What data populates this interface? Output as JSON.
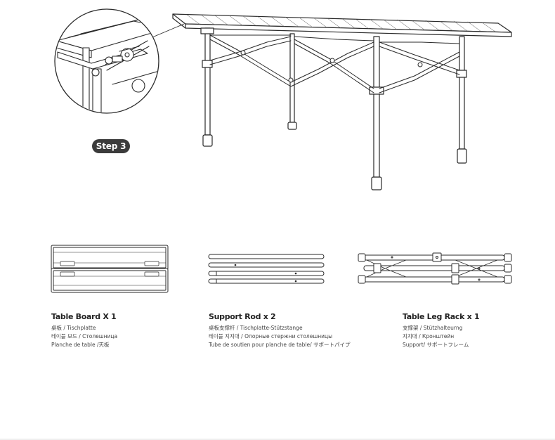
{
  "step": {
    "label": "Step 3"
  },
  "parts": [
    {
      "title": "Table Board X 1",
      "lines": [
        "桌板 / Tischplatte",
        "테이블 보드 / Столешница",
        "Planche de table /天板"
      ]
    },
    {
      "title": "Support Rod x 2",
      "lines": [
        "桌板支撑杆 / Tischplatte-Stützstange",
        "테이블 지지대 / Опорные стержни столешницы",
        "Tube de soutien pour planche de table/ サポートパイプ"
      ]
    },
    {
      "title": "Table Leg Rack x 1",
      "lines": [
        "支撑架 / Stützhalteurng",
        "지지대 / Кронштейн",
        "Support/ サポートフレーム"
      ]
    }
  ],
  "colors": {
    "line": "#2a2a2a",
    "badge": "#3b3b3b",
    "badge_text": "#ffffff"
  }
}
